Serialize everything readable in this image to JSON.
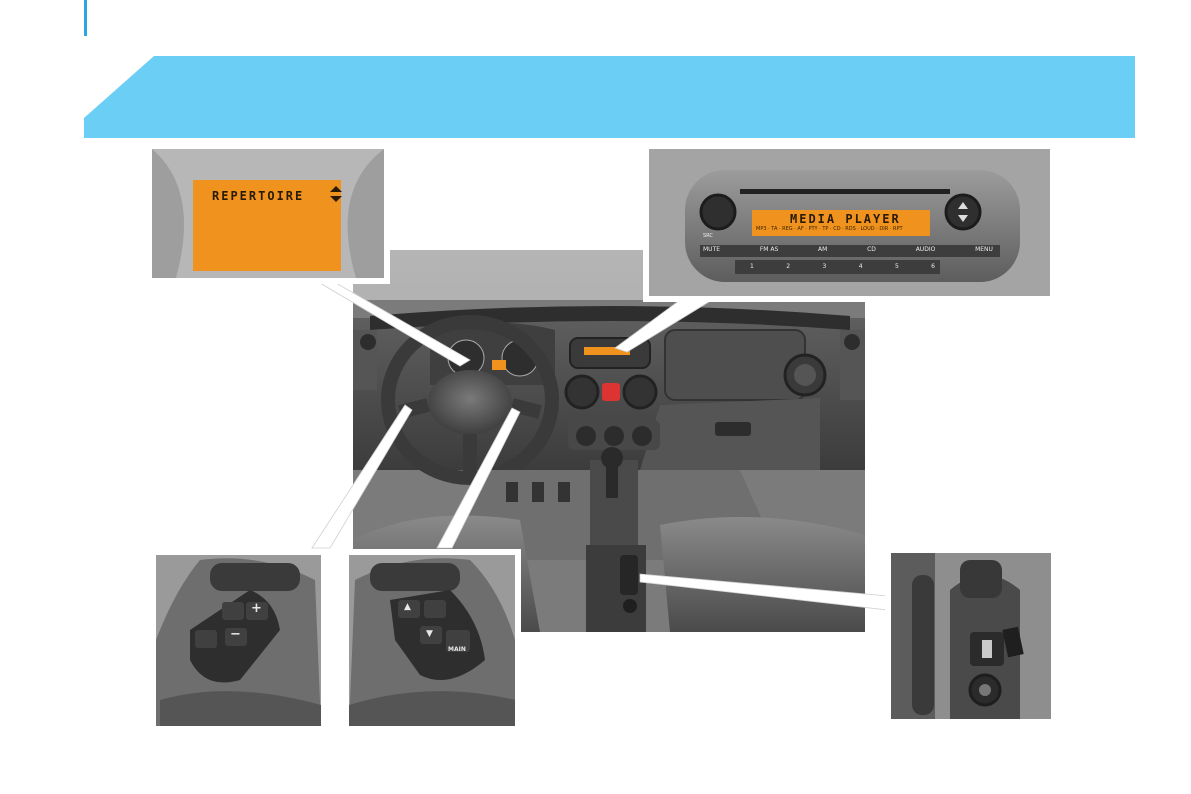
{
  "colors": {
    "banner": "#6bcef4",
    "display": "#f0931e",
    "mark": "#2aa6e0"
  },
  "instrument_display": {
    "text": "REPERTOIRE"
  },
  "radio": {
    "display_text": "MEDIA PLAYER",
    "status_line": "MP3 · TA · REG · AF · PTY · TP · CD · RDS · LOUD · DIR · RPT",
    "small_label": "SRC",
    "top_buttons": [
      "MUTE",
      "FM AS",
      "AM",
      "CD",
      "AUDIO",
      "MENU"
    ],
    "preset_buttons": [
      "1",
      "2",
      "3",
      "4",
      "5",
      "6"
    ]
  },
  "steering_left": {
    "plus": "+",
    "minus": "−"
  },
  "steering_right": {
    "main": "MAIN",
    "up": "▲",
    "down": "▼"
  }
}
